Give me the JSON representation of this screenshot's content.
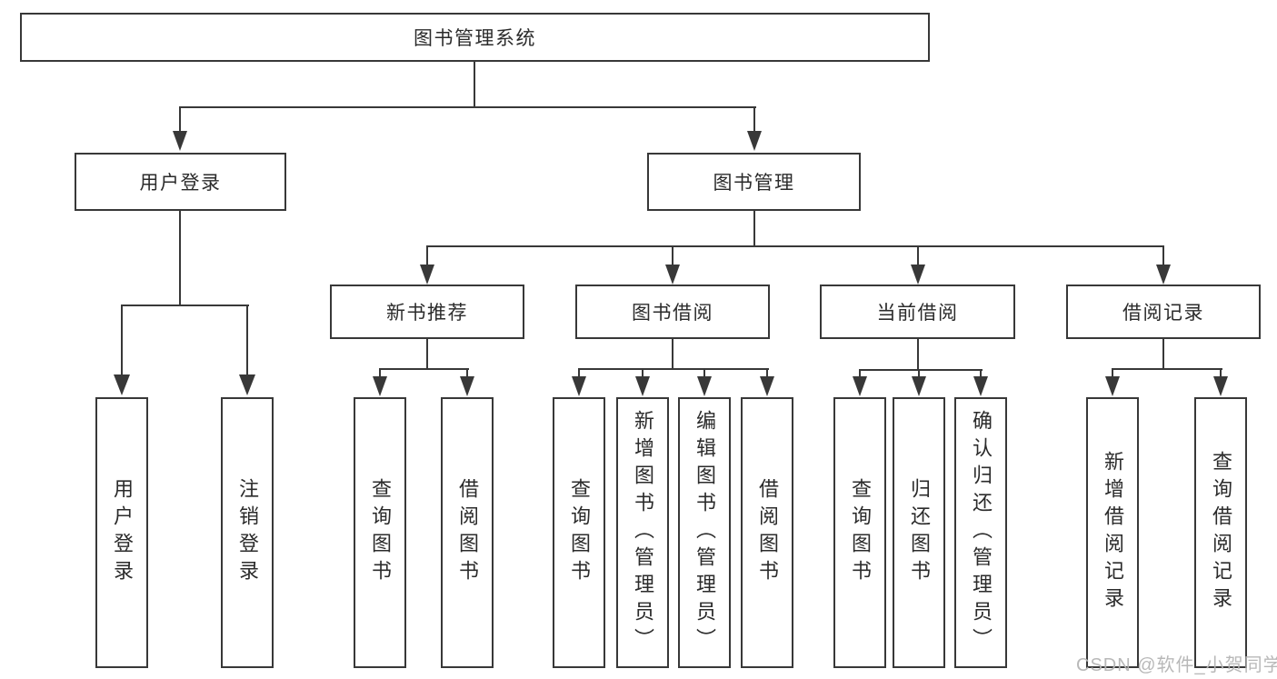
{
  "tree": {
    "label": "图书管理系统",
    "children": [
      {
        "label": "用户登录",
        "children": [
          {
            "label": "用户登录"
          },
          {
            "label": "注销登录"
          }
        ]
      },
      {
        "label": "图书管理",
        "children": [
          {
            "label": "新书推荐",
            "children": [
              {
                "label": "查询图书"
              },
              {
                "label": "借阅图书"
              }
            ]
          },
          {
            "label": "图书借阅",
            "children": [
              {
                "label": "查询图书"
              },
              {
                "label": "新增图书（管理员）"
              },
              {
                "label": "编辑图书（管理员）"
              },
              {
                "label": "借阅图书"
              }
            ]
          },
          {
            "label": "当前借阅",
            "children": [
              {
                "label": "查询图书"
              },
              {
                "label": "归还图书"
              },
              {
                "label": "确认归还（管理员）"
              }
            ]
          },
          {
            "label": "借阅记录",
            "children": [
              {
                "label": "新增借阅记录"
              },
              {
                "label": "查询借阅记录"
              }
            ]
          }
        ]
      }
    ]
  },
  "watermark": {
    "text": "CSDN @软件_小贺同学"
  },
  "colors": {
    "line": "#383838",
    "text": "#2b2b2b",
    "background": "#ffffff",
    "watermark": "#b5b5b5"
  }
}
